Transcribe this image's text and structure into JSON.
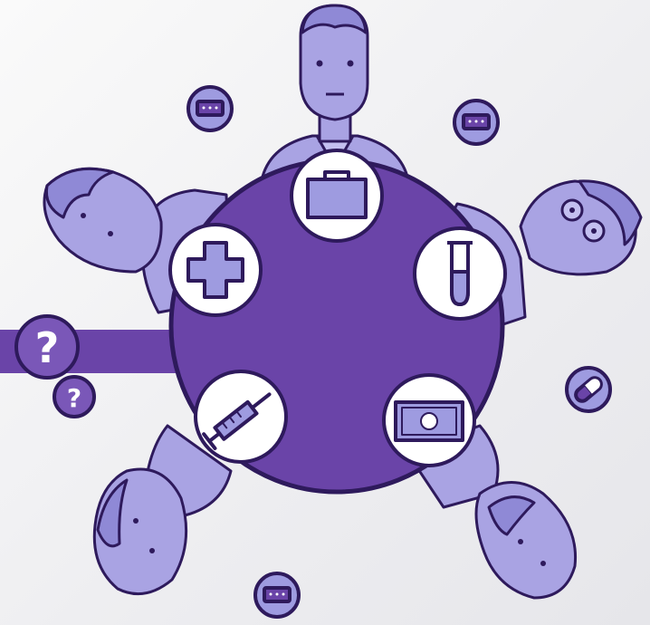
{
  "colors": {
    "background": "#efeff1",
    "table_fill": "#6a44a8",
    "outline": "#2e1a5c",
    "person_fill": "#a9a3e3",
    "icon_fill": "#9e9be0",
    "circle_bg": "#ffffff",
    "bar": "#6a44a8",
    "question_bubble": "#7a57b8"
  },
  "table": {
    "stakeholders": [
      {
        "role": "business",
        "icon": "briefcase-icon"
      },
      {
        "role": "research",
        "icon": "test-tube-icon"
      },
      {
        "role": "finance",
        "icon": "money-icon"
      },
      {
        "role": "pharma",
        "icon": "syringe-icon"
      },
      {
        "role": "healthcare",
        "icon": "medical-cross-icon"
      }
    ]
  },
  "question": {
    "big_glyph": "?",
    "small_glyph": "?"
  },
  "floating_icons": [
    "speech-bubble-icon",
    "speech-bubble-icon",
    "speech-bubble-icon",
    "pill-icon"
  ]
}
